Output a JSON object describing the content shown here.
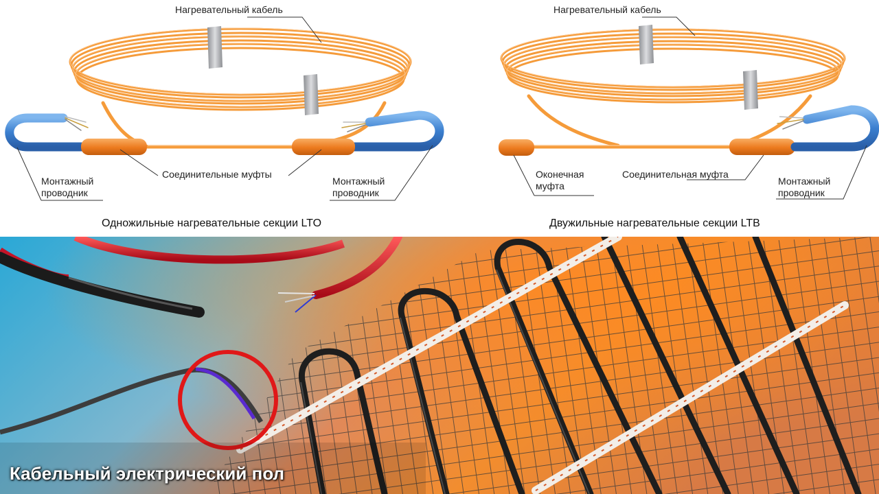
{
  "diagram_left": {
    "label_cable": "Нагревательный кабель",
    "label_couplings": "Соединительные муфты",
    "label_lead_left": "Монтажный\nпроводник",
    "label_lead_right": "Монтажный\nпроводник",
    "caption": "Одножильные нагревательные секции LTO"
  },
  "diagram_right": {
    "label_cable": "Нагревательный кабель",
    "label_end": "Оконечная\nмуфта",
    "label_coupling": "Соединительная муфта",
    "label_lead": "Монтажный\nпроводник",
    "caption": "Двужильные нагревательные секции LTB"
  },
  "photo": {
    "caption": "Кабельный электрический пол"
  },
  "colors": {
    "cable_orange": "#f7a040",
    "coupling_orange": "#ec7a1e",
    "lead_blue": "#4a8fd8",
    "tape_grey": "#a9aaad",
    "mat_wire": "#2a2a2a",
    "ring_red": "#e01818"
  },
  "icons": {
    "coil_left": "cable-coil-icon",
    "coil_right": "cable-coil-icon"
  }
}
